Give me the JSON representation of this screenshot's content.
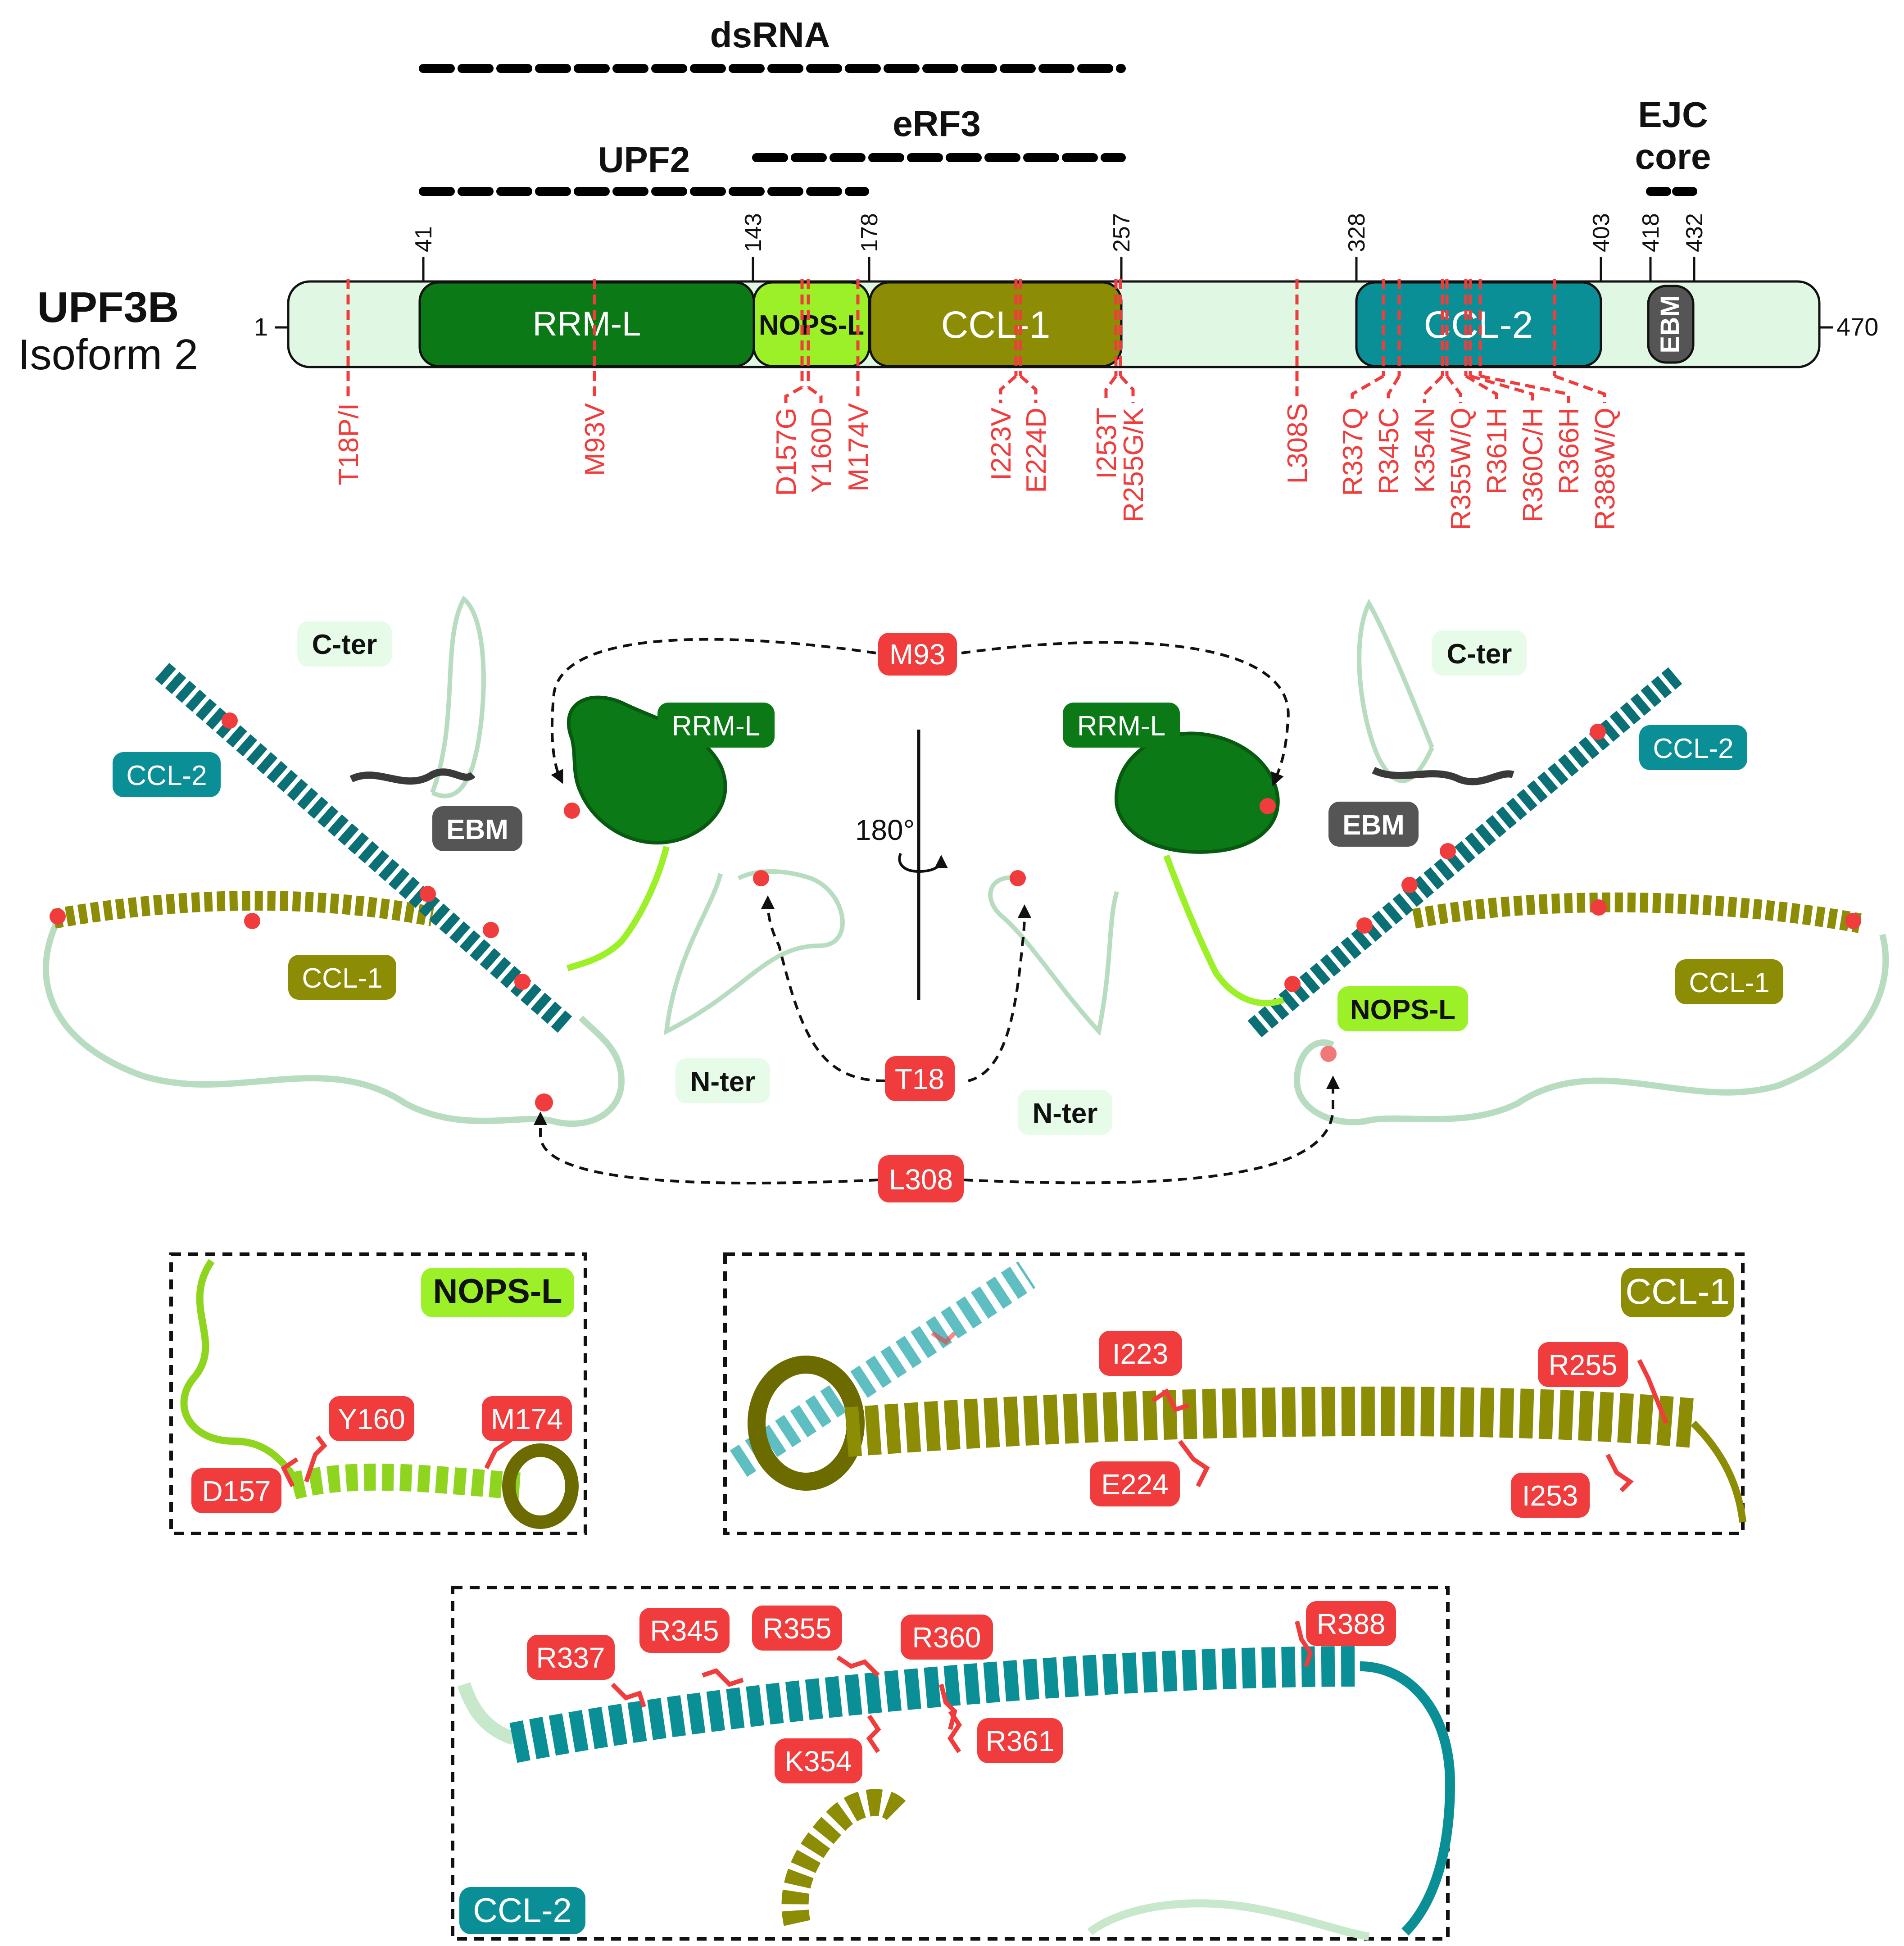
{
  "protein": {
    "name": "UPF3B",
    "isoform": "Isoform 2",
    "start": "1",
    "end": "470"
  },
  "regions": [
    {
      "label": "dsRNA"
    },
    {
      "label": "UPF2"
    },
    {
      "label": "eRF3"
    },
    {
      "label": "EJC"
    },
    {
      "label": "core"
    }
  ],
  "positions": [
    "41",
    "143",
    "178",
    "257",
    "328",
    "403",
    "418",
    "432"
  ],
  "domains": [
    {
      "label": "RRM-L",
      "color": "#0b7a16"
    },
    {
      "label": "NOPS-L",
      "color": "#9cf028"
    },
    {
      "label": "CCL-1",
      "color": "#8c8c05"
    },
    {
      "label": "CCL-2",
      "color": "#0b8f96"
    },
    {
      "label": "EBM",
      "color": "#555555"
    }
  ],
  "mutations": [
    "T18P/I",
    "M93V",
    "D157G",
    "Y160D",
    "M174V",
    "I223V",
    "E224D",
    "I253T",
    "R255G/K",
    "L308S",
    "R337Q",
    "R345C",
    "K354N",
    "R355W/Q",
    "R361H",
    "R360C/H",
    "R366H",
    "R388W/Q"
  ],
  "structure_labels": {
    "c_ter": "C-ter",
    "n_ter": "N-ter",
    "rrm": "RRM-L",
    "ccl1": "CCL-1",
    "ccl2": "CCL-2",
    "ebm": "EBM",
    "nops": "NOPS-L",
    "rotation": "180°"
  },
  "residue_callouts": {
    "m93": "M93",
    "t18": "T18",
    "l308": "L308"
  },
  "inset_titles": {
    "nops": "NOPS-L",
    "ccl1": "CCL-1",
    "ccl2": "CCL-2"
  },
  "inset_residues": {
    "nops": [
      "Y160",
      "M174",
      "D157"
    ],
    "ccl1": [
      "I223",
      "R255",
      "E224",
      "I253"
    ],
    "ccl2": [
      "R337",
      "R345",
      "R355",
      "R360",
      "R388",
      "K354",
      "R361"
    ]
  },
  "colors": {
    "background_chain": "#dff7e3",
    "mutation": "#f03c3c",
    "callout_fill": "#f03c3c",
    "region_bar": "#000000",
    "pale_label": "#e6fbe8"
  }
}
